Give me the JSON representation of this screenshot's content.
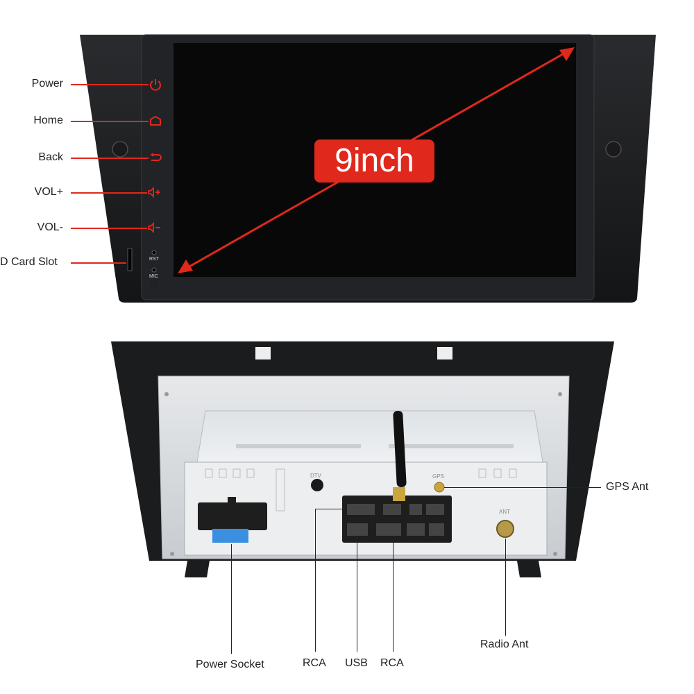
{
  "front_panel": {
    "size_badge": "9inch",
    "buttons": [
      {
        "id": "power",
        "label": "Power",
        "icon": "power-icon"
      },
      {
        "id": "home",
        "label": "Home",
        "icon": "home-icon"
      },
      {
        "id": "back",
        "label": "Back",
        "icon": "back-arrow-icon"
      },
      {
        "id": "vol-up",
        "label": "VOL+",
        "icon": "volume-up-icon"
      },
      {
        "id": "vol-down",
        "label": "VOL-",
        "icon": "volume-down-icon"
      }
    ],
    "sd_slot_label": "D Card Slot",
    "rst_label": "RST",
    "mic_label": "MIC"
  },
  "rear_panel": {
    "dtv_label": "DTV",
    "gps_port_label": "GPS",
    "ant_port_label": "ANT",
    "labels": {
      "gps_ant": "GPS Ant",
      "radio_ant": "Radio Ant",
      "power_socket": "Power Socket",
      "rca_left": "RCA",
      "usb": "USB",
      "rca_right": "RCA"
    }
  },
  "colors": {
    "accent": "#e0281c",
    "bezel": "#1b1c1e",
    "screen": "#080808",
    "chassis": "#d9dcdf"
  }
}
